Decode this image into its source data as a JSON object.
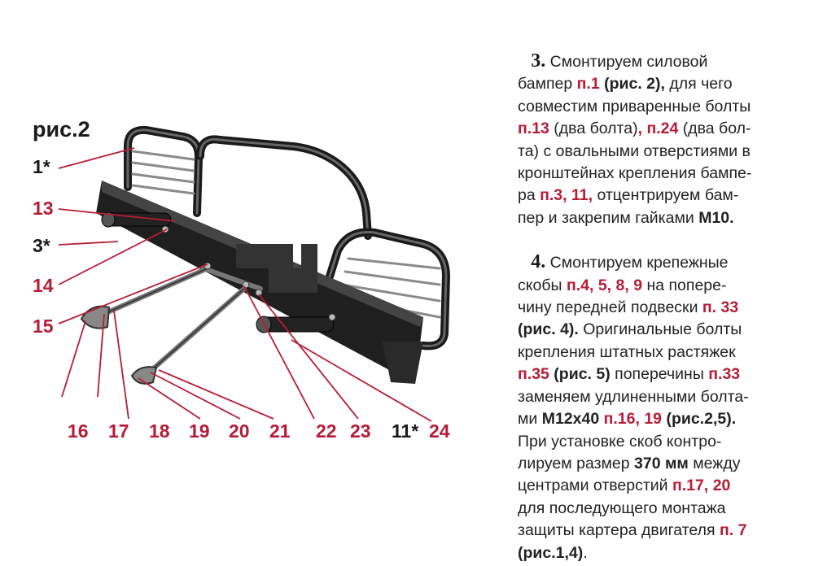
{
  "figure": {
    "title": "рис.2",
    "labels": {
      "l1": "1*",
      "l13": "13",
      "l3": "3*",
      "l14": "14",
      "l15": "15",
      "l16": "16",
      "l17": "17",
      "l18": "18",
      "l19": "19",
      "l20": "20",
      "l21": "21",
      "l22": "22",
      "l23": "23",
      "l11": "11*",
      "l24": "24"
    }
  },
  "step3": {
    "number": "3.",
    "t1": " Смонтируем силовой",
    "t2": "бампер ",
    "r1": "п.1",
    "b1": " (рис. 2),",
    "t3": " для чего",
    "t4": "совместим приваренные болты",
    "r2": "п.13",
    "t5": " (два болта)",
    "r3": ", п.24",
    "t6": " (два бол-",
    "t7": "та) с овальными отверстиями в",
    "t8": "кронштейнах крепления бампе-",
    "t9": "ра ",
    "r4": "п.3, 11,",
    "t10": " отцентрируем бам-",
    "t11": "пер и закрепим гайками ",
    "b2": "М10."
  },
  "step4": {
    "number": "4.",
    "t1": " Смонтируем крепежные",
    "t2": "скобы ",
    "r1": "п.4, 5, 8, 9",
    "t3": " на попере-",
    "t4": "чину передней подвески ",
    "r2": "п. 33",
    "b1": "(рис. 4).",
    "t5": " Оригинальные  болты",
    "t6": "крепления штатных растяжек",
    "r3": "п.35",
    "b2": " (рис. 5)",
    "t7": " поперечины ",
    "r4": "п.33",
    "t8": "заменяем удлиненными болта-",
    "t9": "ми ",
    "b3": "М12х40",
    "r5": " п.16, 19",
    "b4": " (рис.2,5).",
    "t10": "При установке скоб контро-",
    "t11": "лируем размер ",
    "b5": "370 мм",
    "t12": " между",
    "t13": "центрами отверстий ",
    "r6": "п.17, 20",
    "t14": "для последующего монтажа",
    "t15": "защиты картера двигателя ",
    "r7": "п. 7",
    "b6": "(рис.1,4)",
    "t16": "."
  }
}
